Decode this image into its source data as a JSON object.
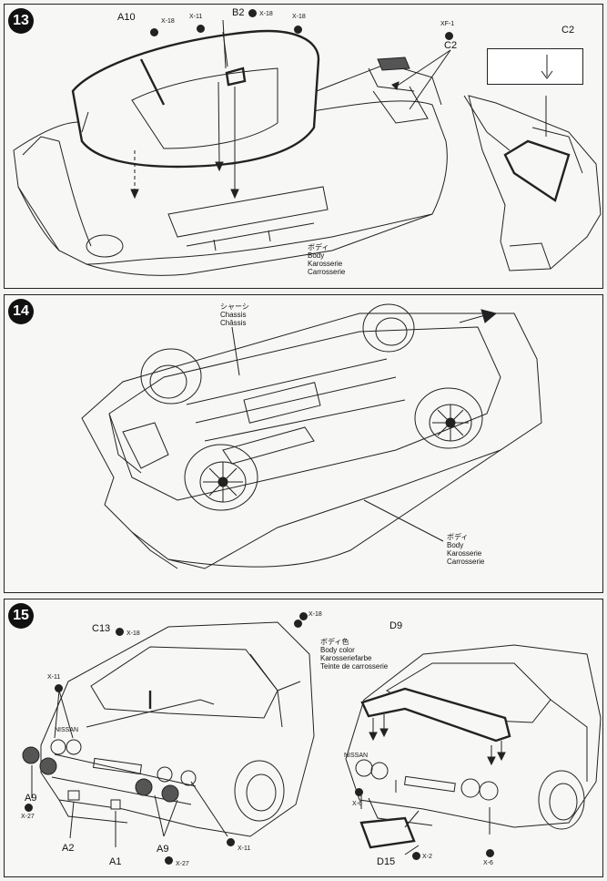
{
  "steps": [
    {
      "number": "13",
      "labels": {
        "a10": "A10",
        "x18_a": "X-18",
        "x11": "X-11",
        "b2": "B2",
        "x18_b": "X-18",
        "x18_c": "X-18",
        "xf1": "XF-1",
        "c2_main": "C2",
        "c2_inset": "C2"
      },
      "body_label": [
        "ボディ",
        "Body",
        "Karosserie",
        "Carrosserie"
      ]
    },
    {
      "number": "14",
      "chassis_label": [
        "シャーシ",
        "Chassis",
        "Châssis"
      ],
      "body_label": [
        "ボディ",
        "Body",
        "Karosserie",
        "Carrosserie"
      ]
    },
    {
      "number": "15",
      "labels": {
        "c13": "C13",
        "x18_a": "X-18",
        "x18_b": "X-18",
        "x11_a": "X-11",
        "a9_a": "A9",
        "x27_a": "X-27",
        "a2": "A2",
        "a1": "A1",
        "a9_b": "A9",
        "x27_b": "X-27",
        "x11_b": "X-11",
        "d9": "D9",
        "x6_a": "X-6",
        "d15": "D15",
        "x2": "X-2",
        "x6_b": "X-6",
        "nissan_a": "NISSAN",
        "nissan_b": "NISSAN"
      },
      "body_color_label": [
        "ボディ色",
        "Body color",
        "Karosseriefarbe",
        "Teinte de carrosserie"
      ]
    }
  ]
}
